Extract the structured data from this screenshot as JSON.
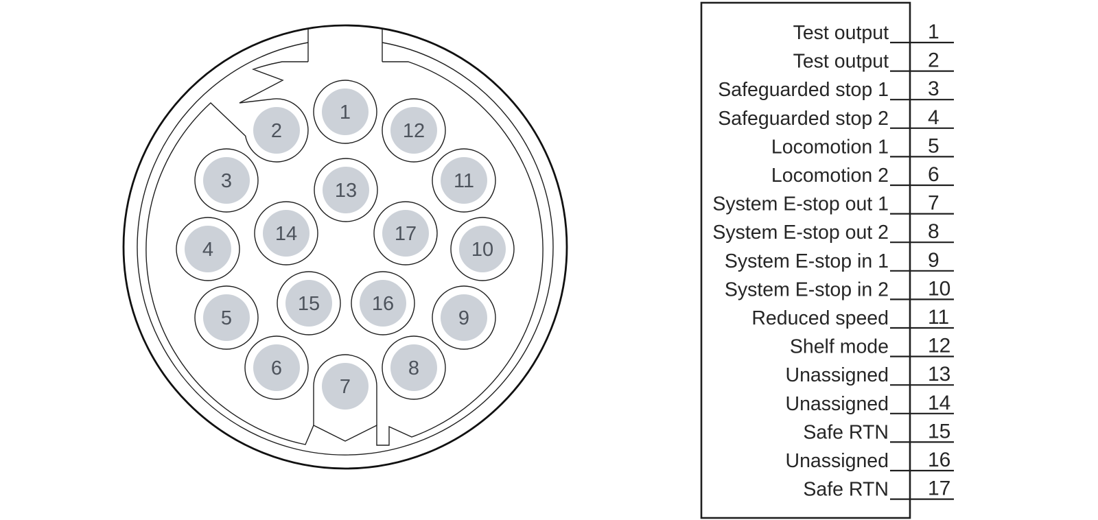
{
  "diagram": {
    "type": "connector-pinout",
    "pin_count": 17,
    "colors": {
      "pin_fill": "#ccd1d8",
      "pin_number": "#4d535c",
      "line": "#1e1e1e",
      "outer_ring": "#111111",
      "table_text": "#262626"
    }
  },
  "table": {
    "rows": [
      {
        "pin": "1",
        "label": "Test output"
      },
      {
        "pin": "2",
        "label": "Test output"
      },
      {
        "pin": "3",
        "label": "Safeguarded stop 1"
      },
      {
        "pin": "4",
        "label": "Safeguarded stop 2"
      },
      {
        "pin": "5",
        "label": "Locomotion 1"
      },
      {
        "pin": "6",
        "label": "Locomotion 2"
      },
      {
        "pin": "7",
        "label": "System E-stop out 1"
      },
      {
        "pin": "8",
        "label": "System E-stop out 2"
      },
      {
        "pin": "9",
        "label": "System E-stop in 1"
      },
      {
        "pin": "10",
        "label": "System E-stop in 2"
      },
      {
        "pin": "11",
        "label": "Reduced speed"
      },
      {
        "pin": "12",
        "label": "Shelf mode"
      },
      {
        "pin": "13",
        "label": "Unassigned"
      },
      {
        "pin": "14",
        "label": "Unassigned"
      },
      {
        "pin": "15",
        "label": "Safe RTN"
      },
      {
        "pin": "16",
        "label": "Unassigned"
      },
      {
        "pin": "17",
        "label": "Safe RTN"
      }
    ]
  }
}
